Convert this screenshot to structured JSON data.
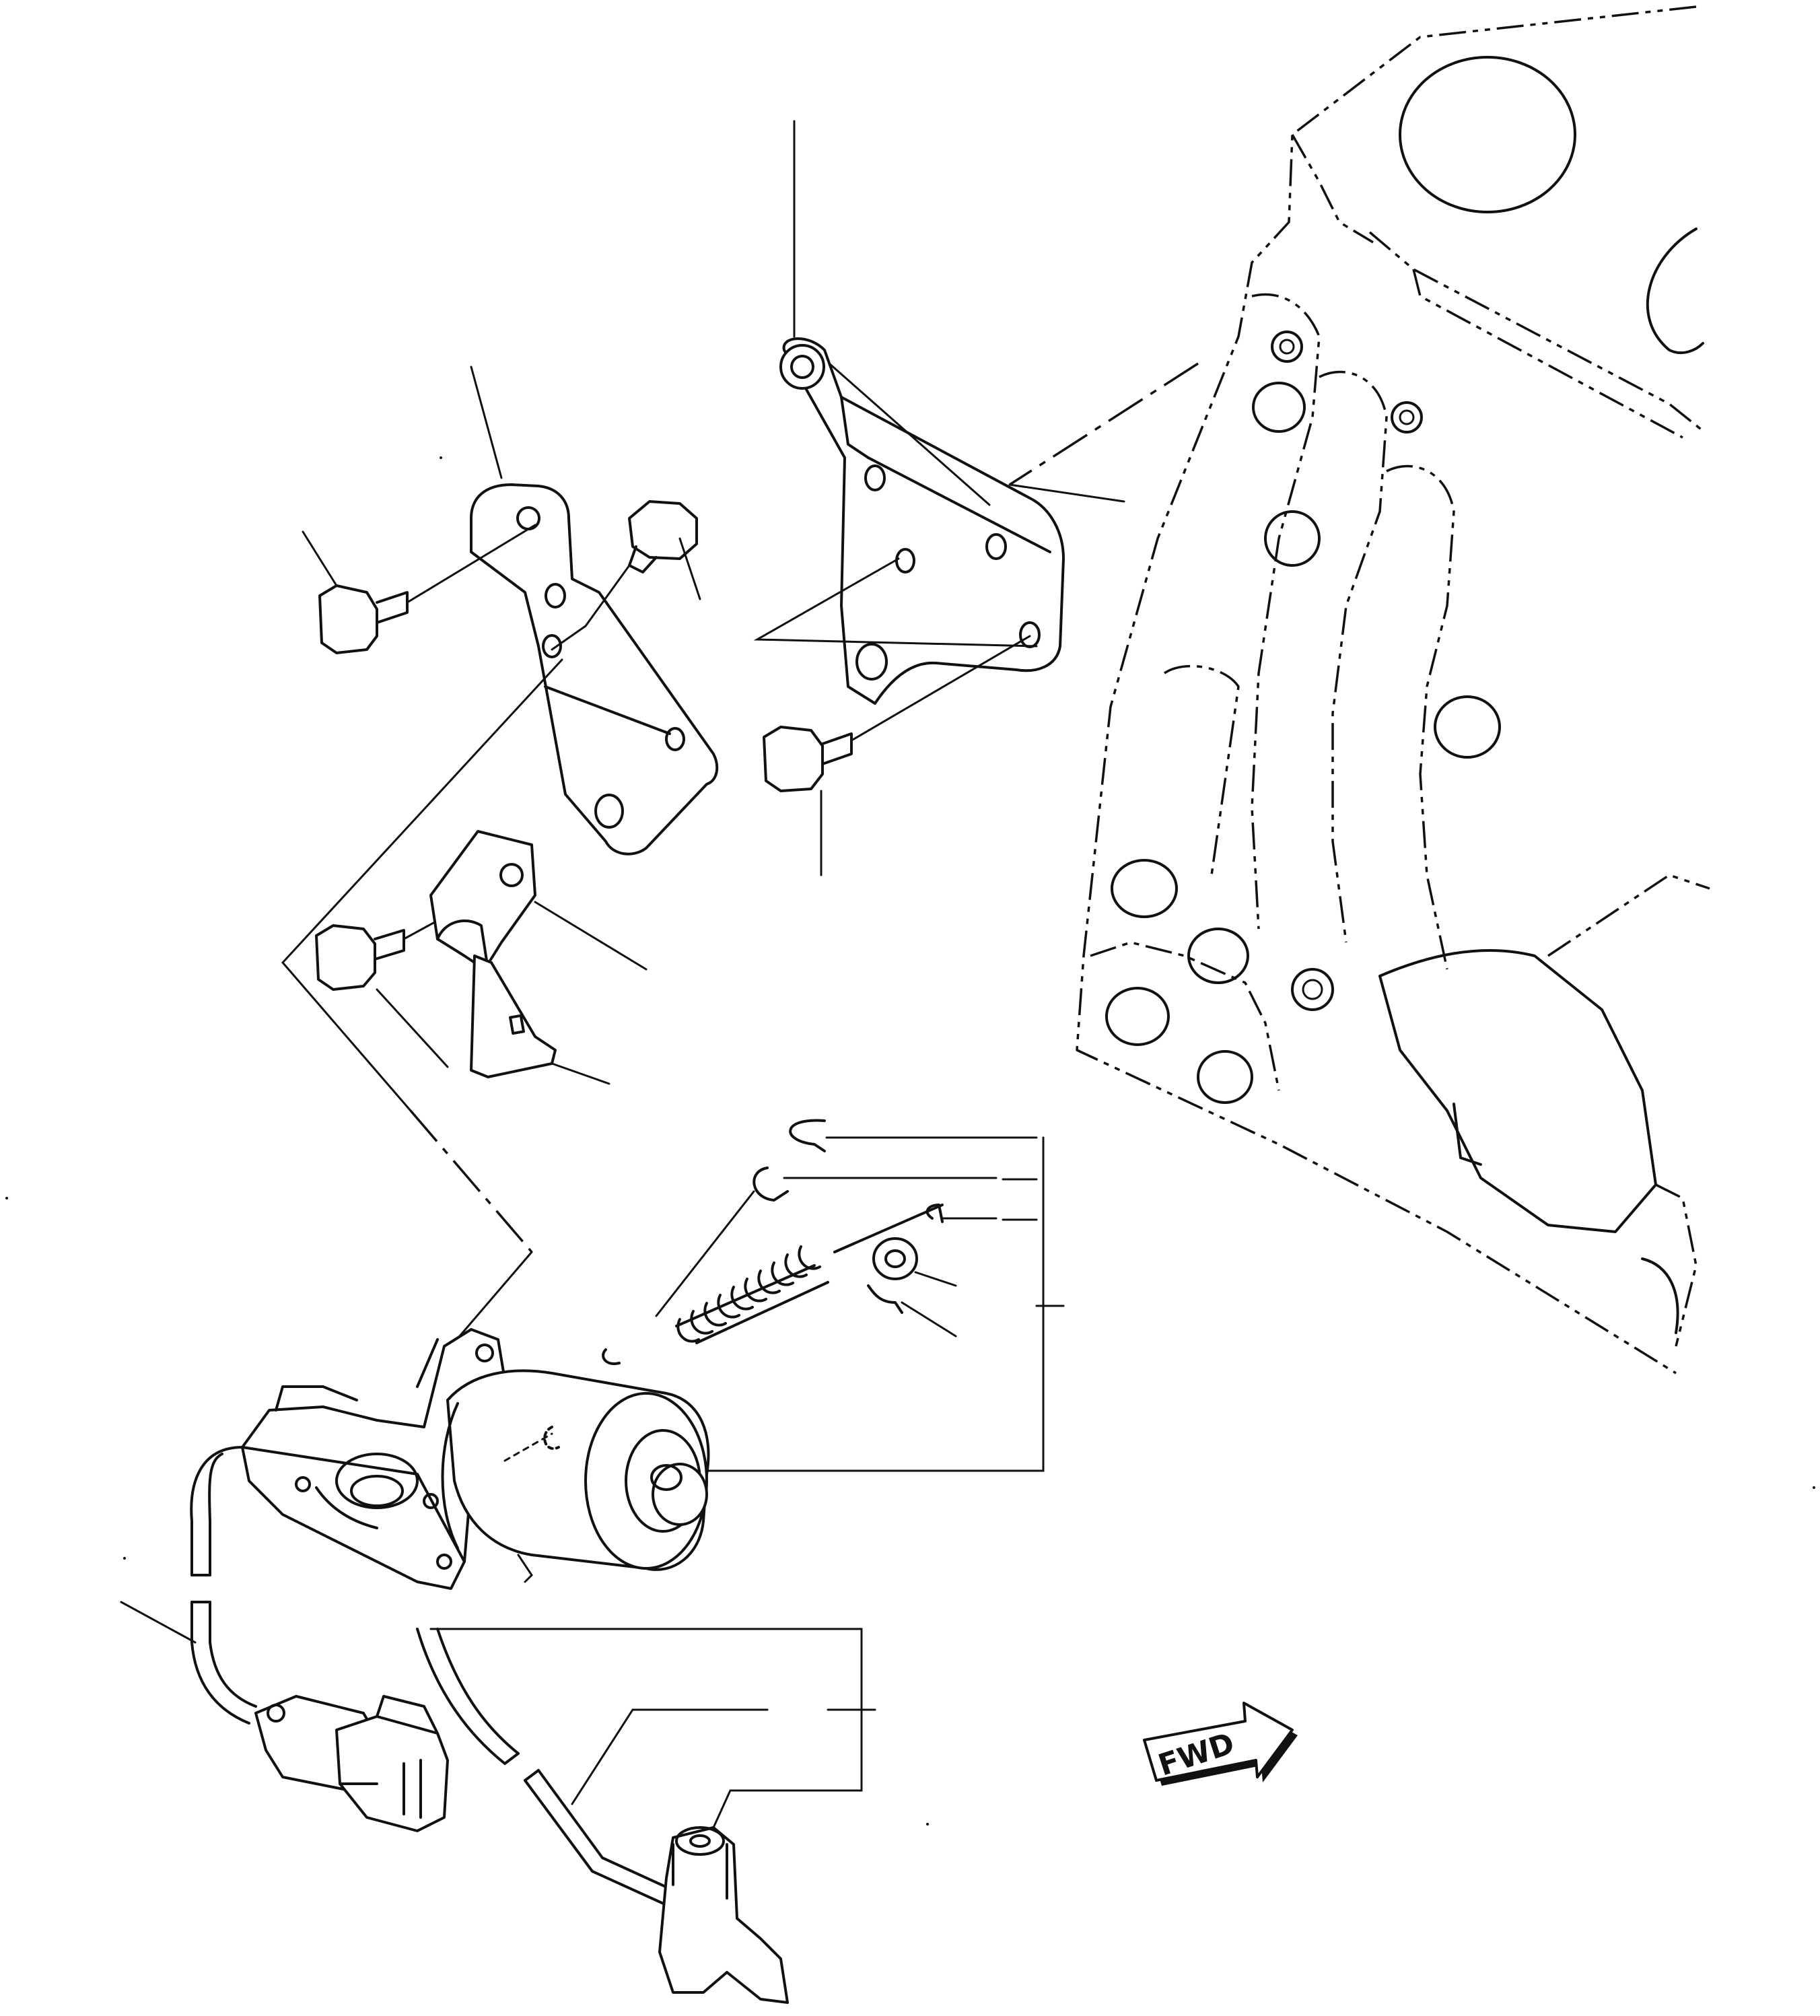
{
  "diagram": {
    "fwd_label": "FWD",
    "colors": {
      "ink": "#111111",
      "paper": "#ffffff"
    },
    "parts": [
      "engine-block",
      "bracket-upper",
      "bracket-lower",
      "flange-bolt",
      "terminal-clip",
      "actuator-motor",
      "return-spring",
      "snap-ring",
      "washer",
      "cable-assembly",
      "connector",
      "sensor-plug"
    ]
  }
}
